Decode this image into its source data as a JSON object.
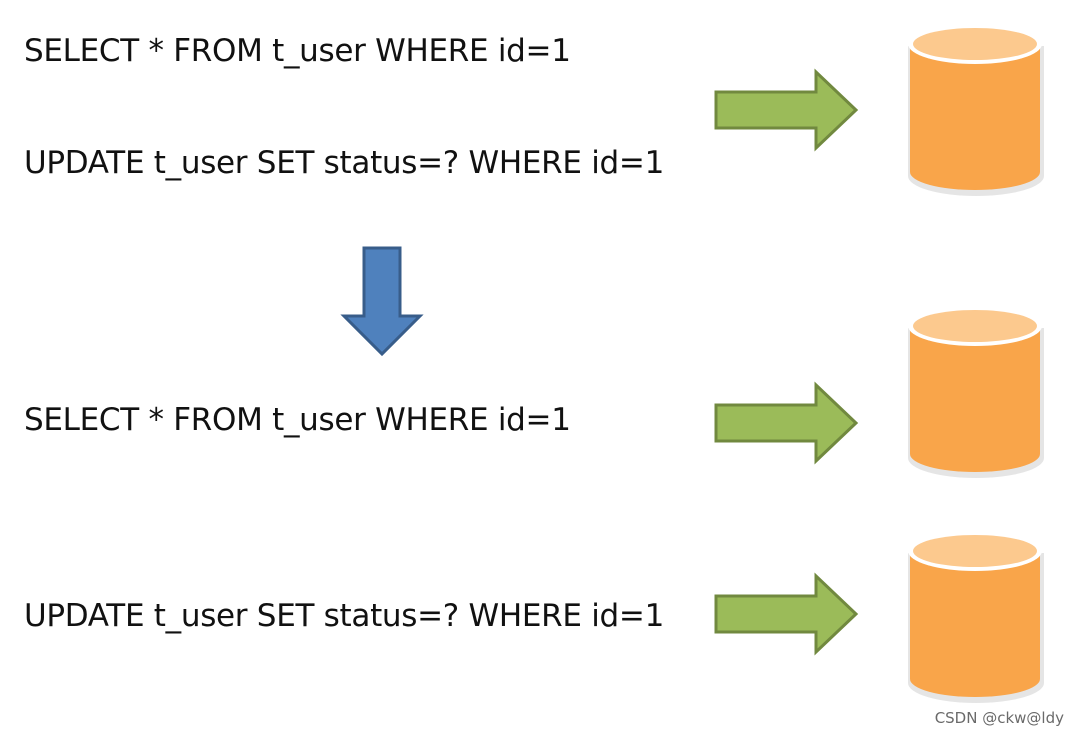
{
  "statements": {
    "s1": "SELECT * FROM t_user WHERE id=1",
    "s2": "UPDATE t_user SET status=? WHERE id=1",
    "s3": "SELECT * FROM t_user WHERE id=1",
    "s4": "UPDATE t_user SET status=? WHERE id=1"
  },
  "watermark": "CSDN @ckw@ldy",
  "icons": {
    "right_arrow": "right-arrow-icon",
    "down_arrow": "down-arrow-icon",
    "database": "database-cylinder-icon"
  },
  "colors": {
    "right_arrow_fill": "#9bbb59",
    "right_arrow_stroke": "#71893f",
    "down_arrow_fill": "#4f81bd",
    "down_arrow_stroke": "#385d8a",
    "db_body": "#f9a54a",
    "db_top": "#fcc98e",
    "db_rim": "#ffffff"
  }
}
